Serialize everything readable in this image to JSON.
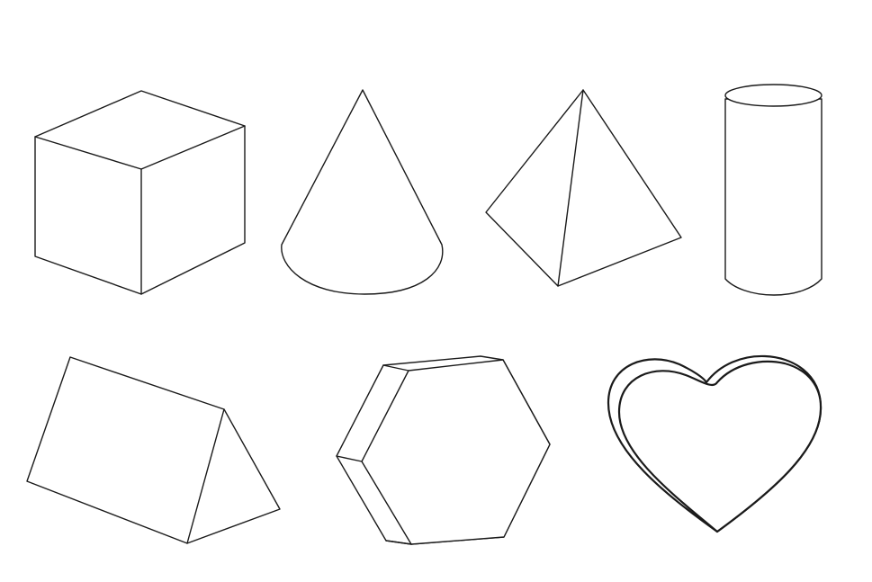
{
  "figure": {
    "background_color": "#ffffff",
    "line_color": "#1a1a1a",
    "shapes": [
      {
        "id": "cube",
        "icon": "cube-icon"
      },
      {
        "id": "cone",
        "icon": "cone-icon"
      },
      {
        "id": "pyramid",
        "icon": "pyramid-icon"
      },
      {
        "id": "cylinder",
        "icon": "cylinder-icon"
      },
      {
        "id": "triangular-prism",
        "icon": "triangular-prism-icon"
      },
      {
        "id": "hexagonal-prism",
        "icon": "hexagonal-prism-icon"
      },
      {
        "id": "heart-prism",
        "icon": "heart-prism-icon"
      }
    ]
  }
}
